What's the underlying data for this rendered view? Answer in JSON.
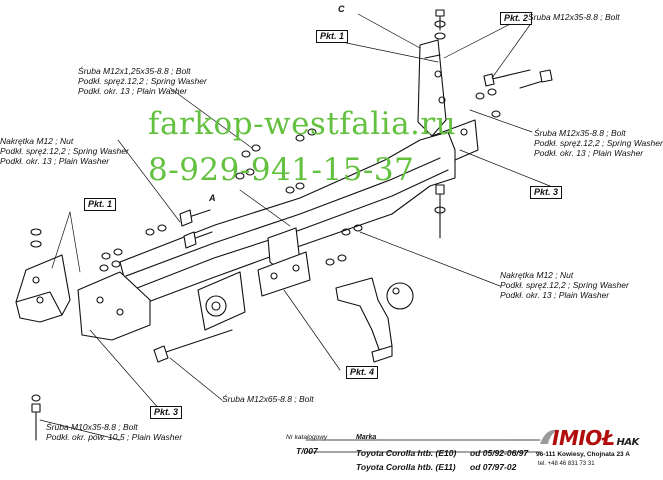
{
  "watermark": {
    "site": "farkop-westfalia.ru",
    "phone": "8-929-941-15-37"
  },
  "callouts": {
    "C": "C",
    "A": "A",
    "pkt1_top": "Pkt. 1",
    "pkt2": "Pkt. 2",
    "pkt1_left": "Pkt. 1",
    "pkt3_right": "Pkt. 3",
    "pkt3_bottom": "Pkt. 3",
    "pkt4": "Pkt. 4"
  },
  "labels": {
    "top_right_bolt": "Śruba M12x35-8.8 ; Bolt",
    "top_left": [
      "Śruba M12x1,25x35-8.8 ;  Bolt",
      "Podkł. spręż.12,2 ; Spring Washer",
      "Podkł. okr. 13 ; Plain Washer"
    ],
    "left_nut": [
      "Nakrętka  M12 ; Nut",
      "Podkł. spręż.12,2 ; Spring Washer",
      "Podkł. okr. 13 ; Plain Washer"
    ],
    "right_bolt": [
      "Śruba M12x35-8.8 ;  Bolt",
      "Podkł. spręż.12,2 ; Spring Washer",
      "Podkł. okr. 13 ; Plain Washer"
    ],
    "right_nut": [
      "Nakrętka  M12 ; Nut",
      "Podkł. spręż.12,2 ; Spring Washer",
      "Podkł. okr. 13 ; Plain Washer"
    ],
    "bottom_bolt": "Śruba M12x65-8.8 ;  Bolt",
    "bottom_left": [
      "Śruba M10x35-8.8 ;  Bolt",
      "Podkł. okr. pow. 10,5 ; Plain Washer"
    ]
  },
  "title_block": {
    "catalog_header": "Nr katalogowy",
    "catalog_number": "T/007",
    "brand_header": "Marka",
    "model_1": "Toyota Corolla htb. (E10)",
    "date_1": "od  05/92-06/97",
    "model_2": "Toyota Corolla htb. (E11)",
    "date_2": "od 07/97-02"
  },
  "company": {
    "logo": "IMIOŁ",
    "logo_tail": "HAK",
    "address": "96-111 Kowiesy, Chojnata 23 A",
    "phone": "tel. +48 46 831 73 31"
  }
}
